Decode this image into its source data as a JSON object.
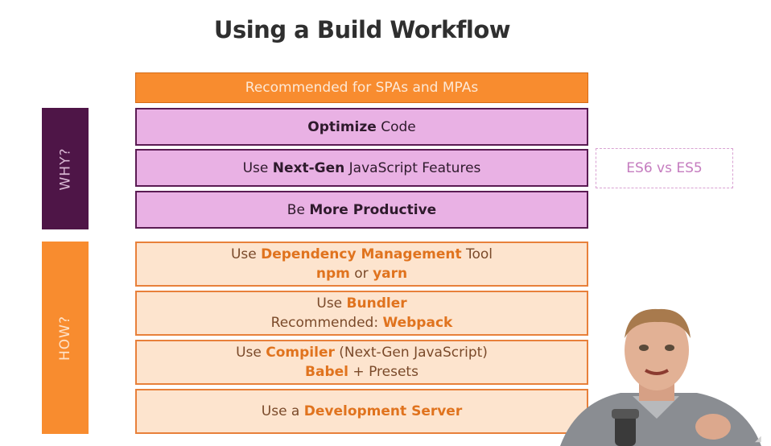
{
  "title": "Using a Build Workflow",
  "labels": {
    "why": "WHY?",
    "how": "HOW?"
  },
  "top_box": "Recommended for SPAs and MPAs",
  "why_items": [
    {
      "pre": "",
      "bold": "Optimize",
      "post": " Code"
    },
    {
      "pre": "Use ",
      "bold": "Next-Gen",
      "post": " JavaScript Features"
    },
    {
      "pre": "Be ",
      "bold": "More Productive",
      "post": ""
    }
  ],
  "aside": "ES6 vs ES5",
  "how_items": [
    {
      "line1": {
        "pre": "Use ",
        "bold": "Dependency Management",
        "post": " Tool"
      },
      "line2": {
        "b1": "npm",
        "mid": " or ",
        "b2": "yarn"
      }
    },
    {
      "line1": {
        "pre": "Use ",
        "bold": "Bundler",
        "post": ""
      },
      "line2": {
        "pre": "Recommended: ",
        "bold": "Webpack"
      }
    },
    {
      "line1": {
        "pre": "Use ",
        "bold": "Compiler",
        "post": " (Next-Gen JavaScript)"
      },
      "line2": {
        "bold": "Babel",
        "post": " + Presets"
      }
    },
    {
      "line1": {
        "pre": "Use a ",
        "bold": "Development Server",
        "post": ""
      }
    }
  ],
  "colors": {
    "orange": "#f88c2f",
    "purple_dark": "#4e1547",
    "purple_light": "#e9b1e4",
    "peach": "#fde4ce"
  }
}
